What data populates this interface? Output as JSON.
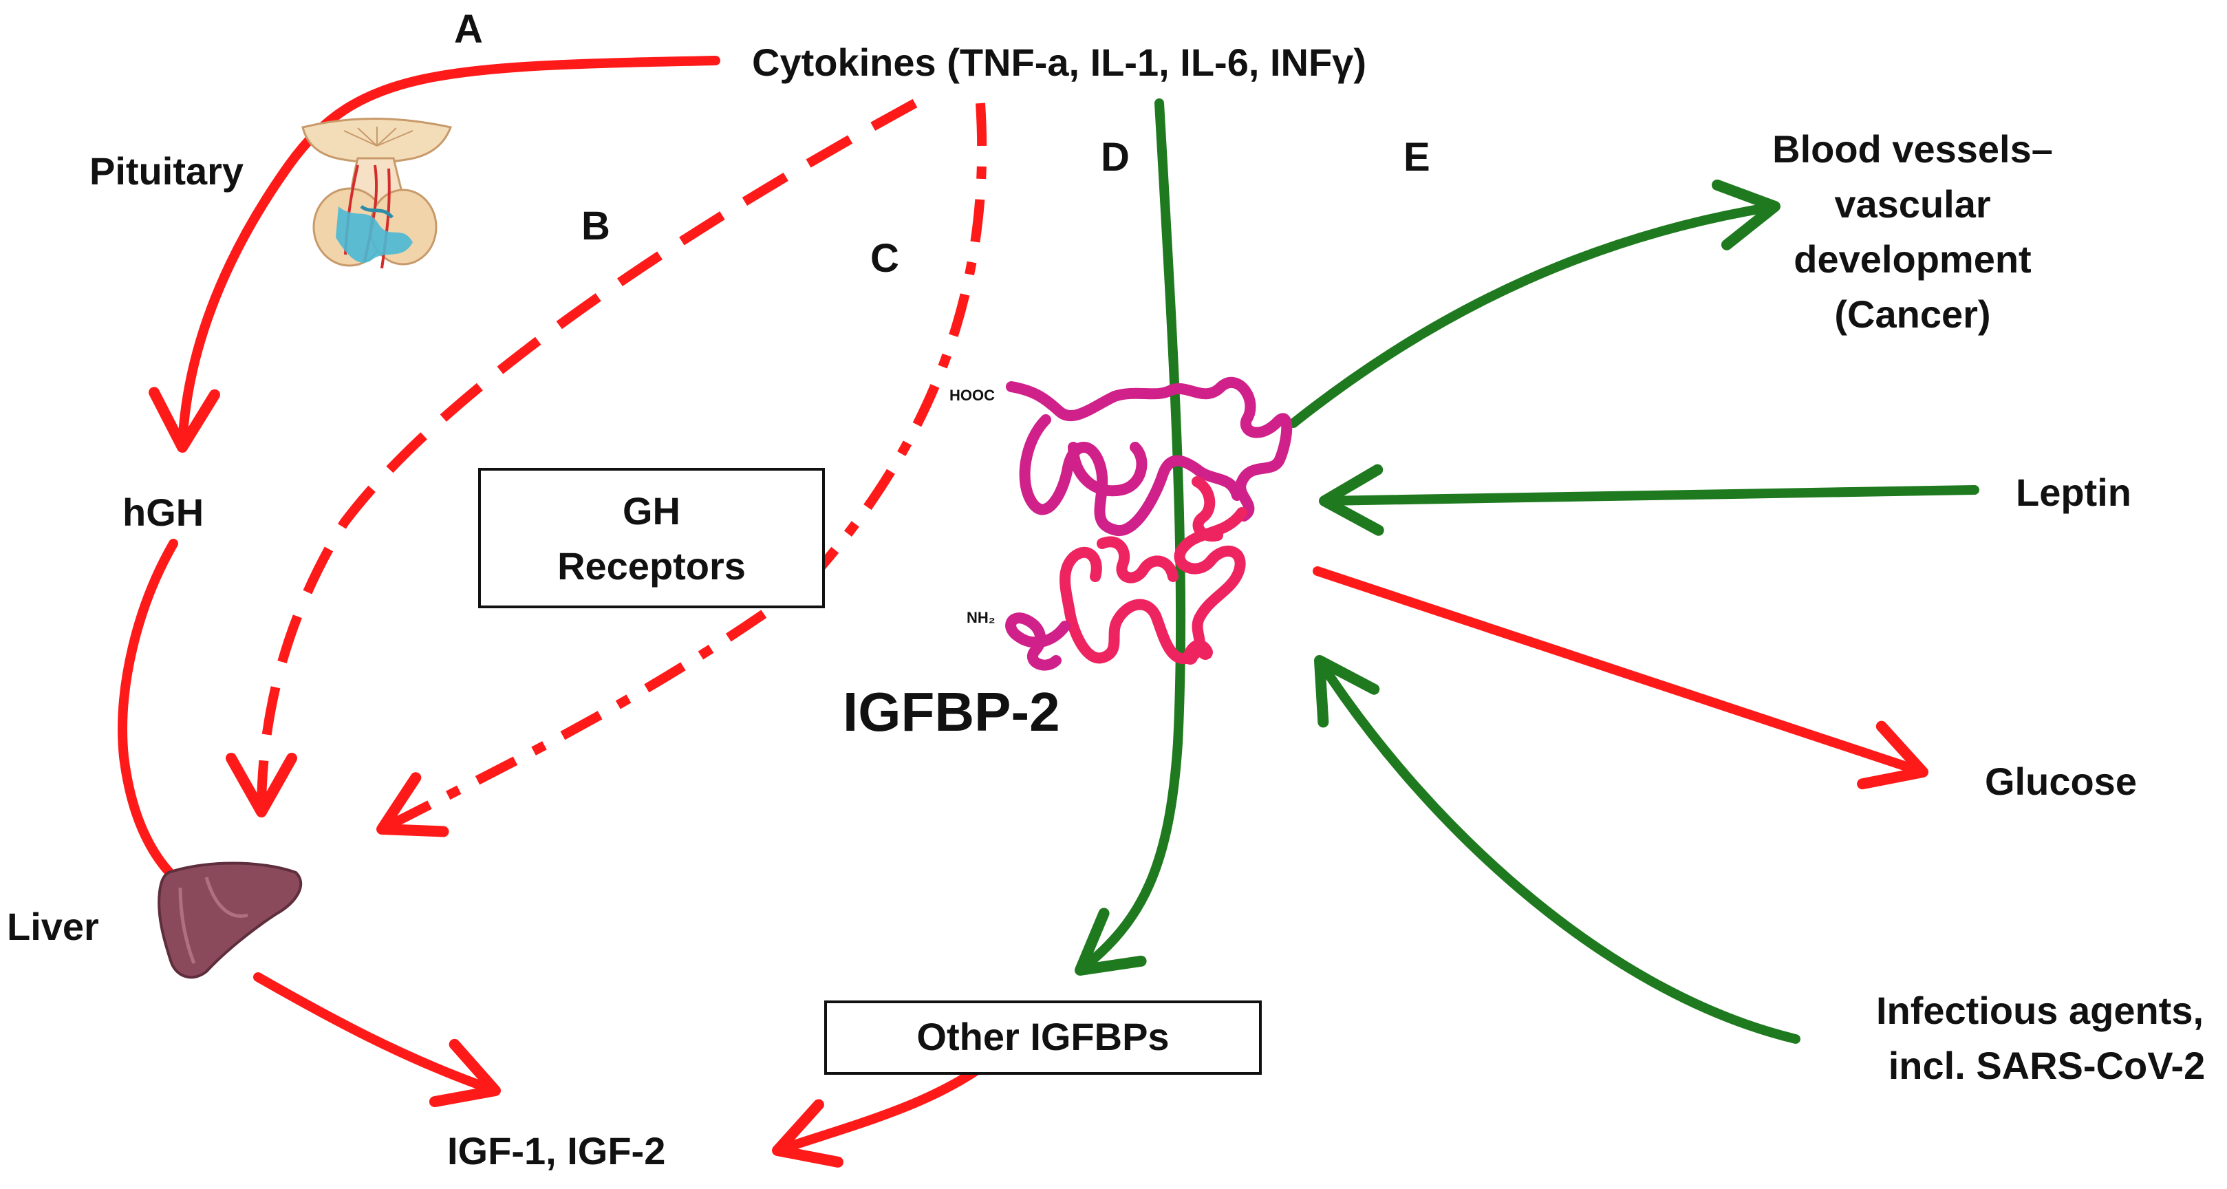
{
  "colors": {
    "red": "#ff1a1a",
    "green": "#1f7a1f",
    "protein_magenta": "#d0208a",
    "protein_pink": "#ee2460",
    "liver": "#8a4a5c"
  },
  "icons": {
    "pituitary": "pituitary-gland-icon",
    "liver": "liver-organ-icon"
  },
  "letters": {
    "a": "A",
    "b": "B",
    "c": "C",
    "d": "D",
    "e": "E"
  },
  "nodes": {
    "cytokines": "Cytokines (TNF-a, IL-1, IL-6, INFγ)",
    "pituitary": "Pituitary",
    "hgh": "hGH",
    "liver": "Liver",
    "igf": "IGF-1, IGF-2",
    "gh_receptors": [
      "GH",
      "Receptors"
    ],
    "other_igfbps": "Other IGFBPs",
    "igfbp2": "IGFBP-2",
    "hooc": "HOOC",
    "nh2": "NH₂",
    "blood_vessels": [
      "Blood vessels–",
      "vascular",
      "development",
      "(Cancer)"
    ],
    "leptin": "Leptin",
    "glucose": "Glucose",
    "infectious": [
      "Infectious agents,",
      "incl. SARS-CoV-2"
    ]
  }
}
